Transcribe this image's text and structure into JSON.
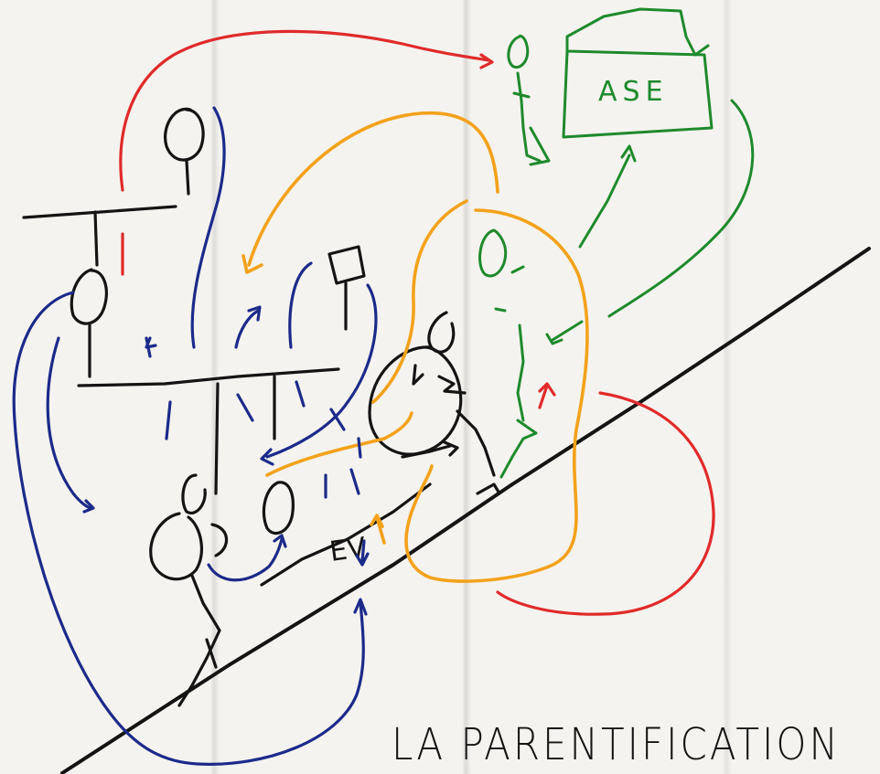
{
  "title": "LA PARENTIFICATION",
  "box_label": "ASE",
  "child_mark": "EV",
  "colors": {
    "black": "#141414",
    "blue": "#1c2a8a",
    "red": "#e02a2a",
    "orange": "#f3a21c",
    "green": "#1e8a2c",
    "paper": "#f5f3ef"
  }
}
